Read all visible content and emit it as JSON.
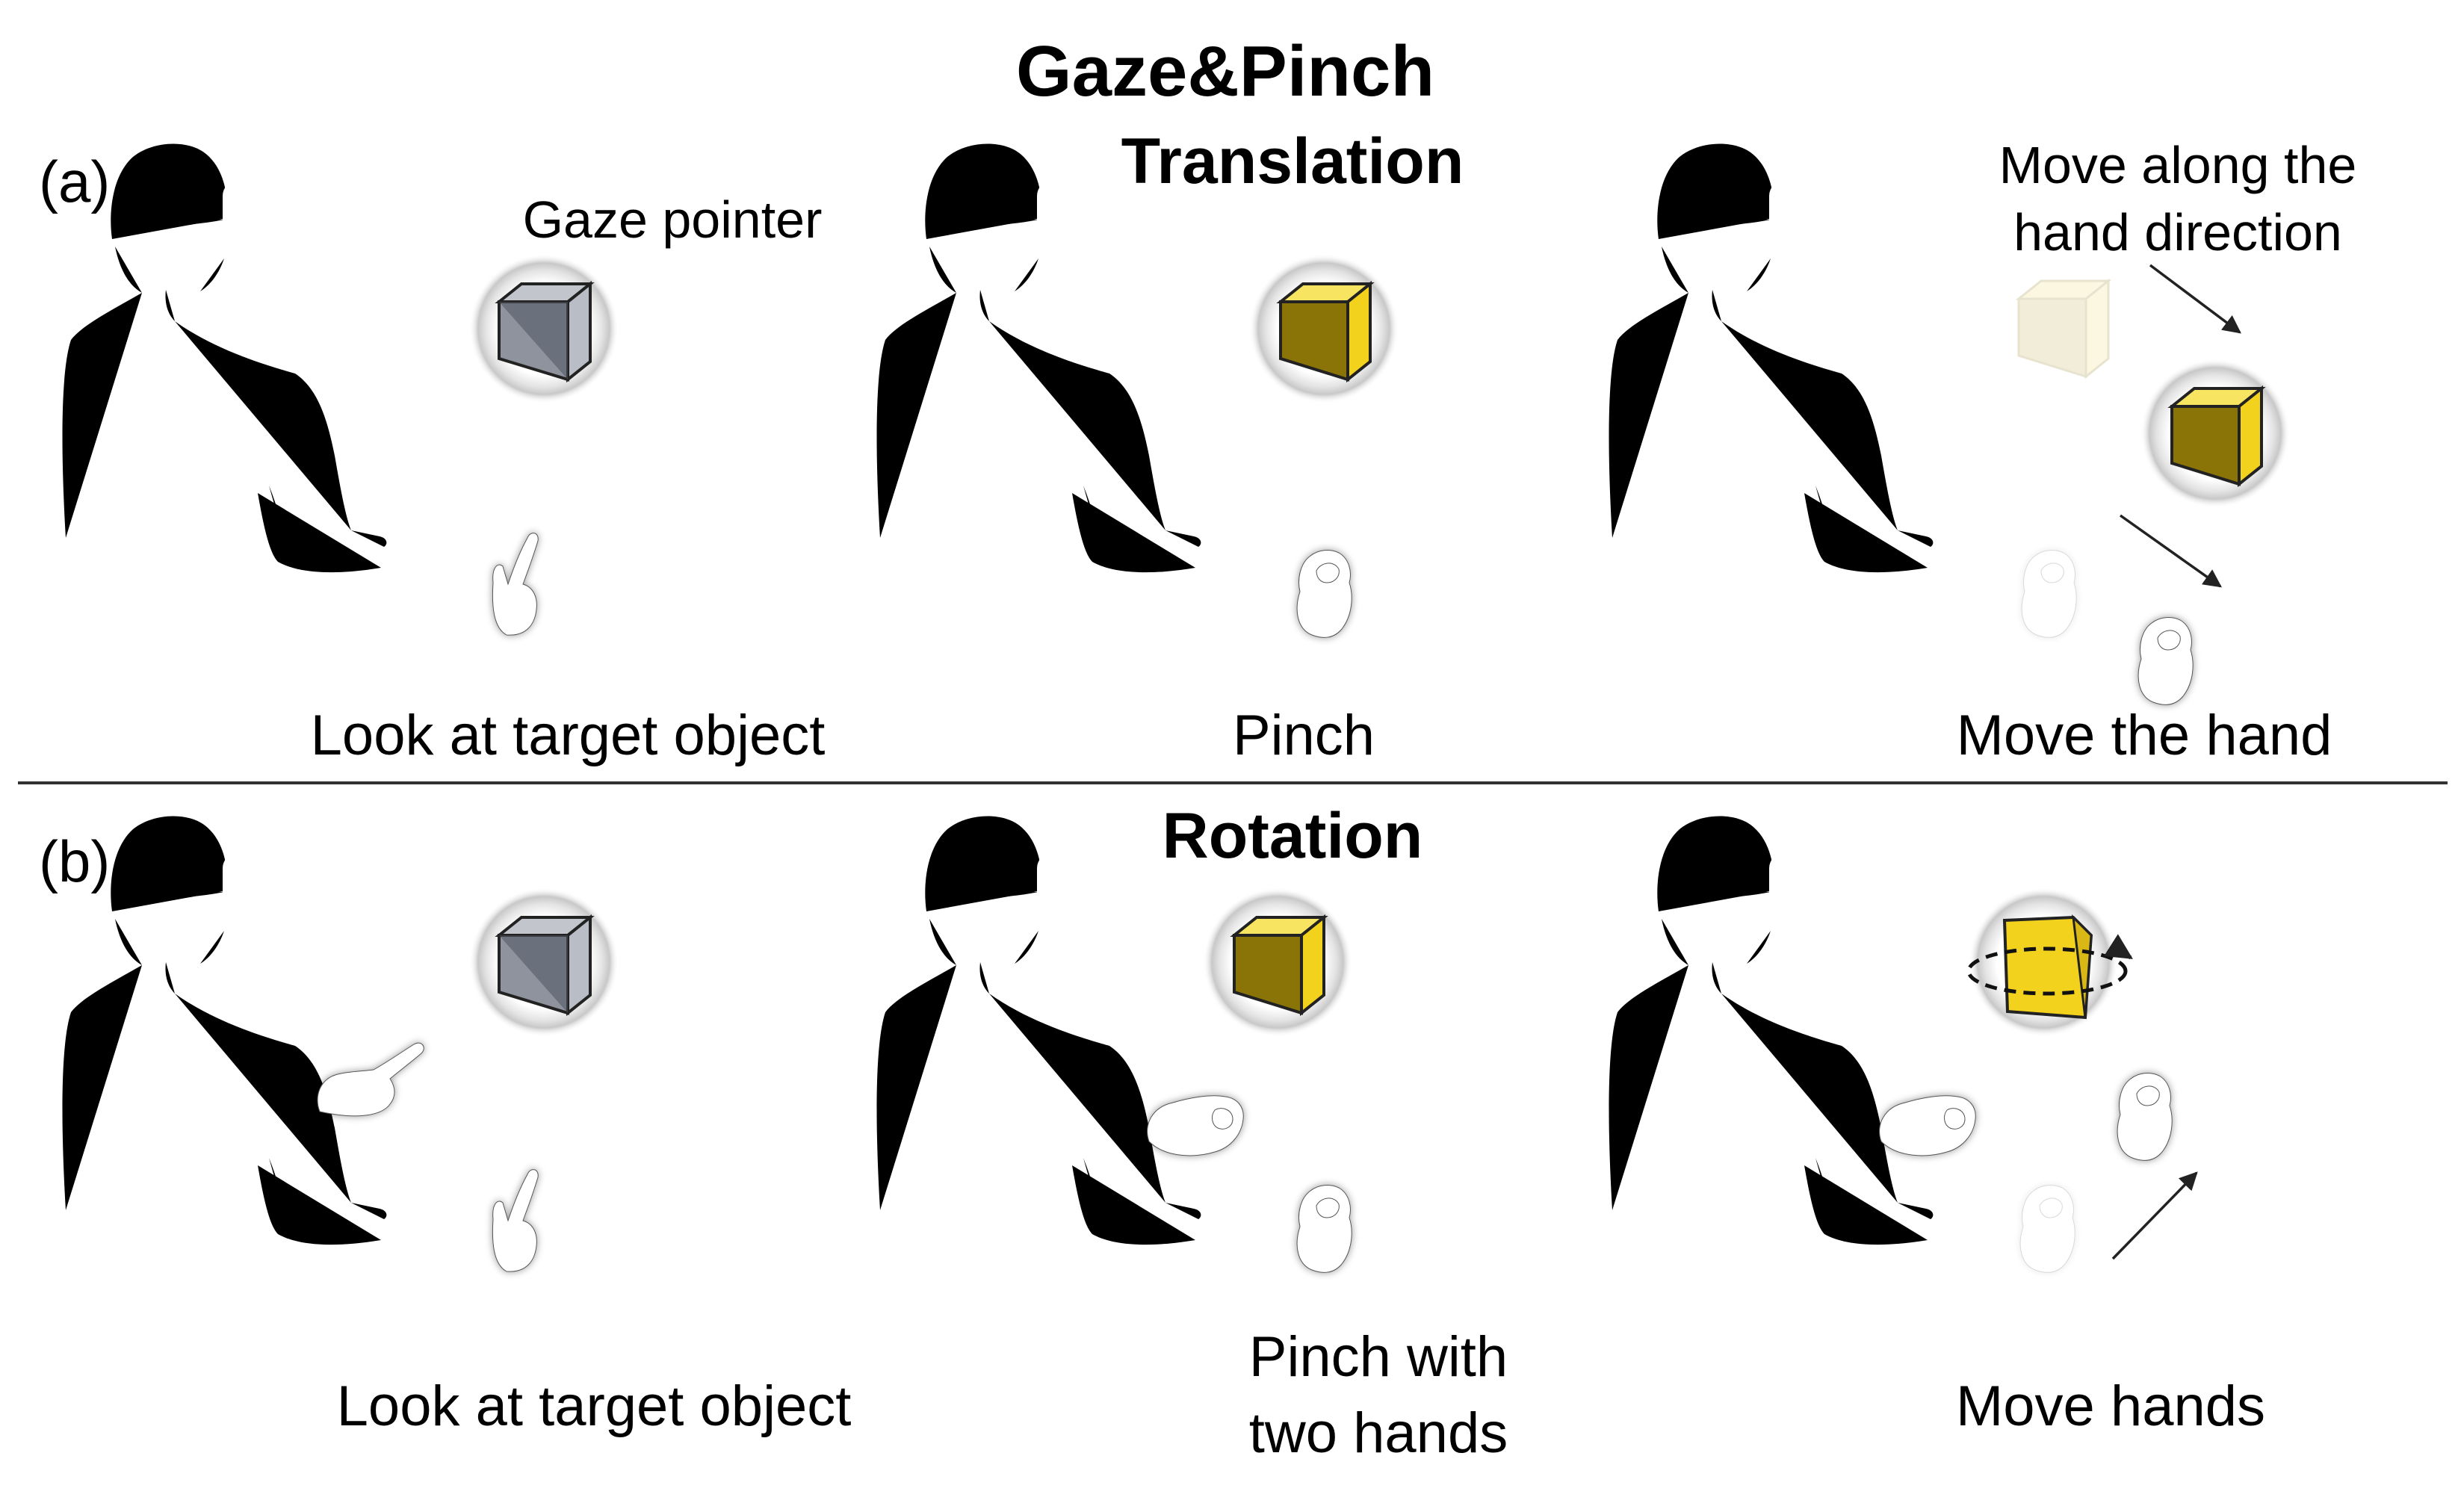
{
  "title": "Gaze&Pinch",
  "panels": {
    "a": {
      "label": "(a)",
      "heading": "Translation",
      "gaze_pointer_label": "Gaze pointer",
      "move_direction_note": [
        "Move along the",
        "hand direction"
      ],
      "steps": [
        {
          "caption": [
            "Look at target object"
          ]
        },
        {
          "caption": [
            "Pinch"
          ]
        },
        {
          "caption": [
            "Move the hand"
          ]
        }
      ]
    },
    "b": {
      "label": "(b)",
      "heading": "Rotation",
      "steps": [
        {
          "caption": [
            "Look at target object"
          ]
        },
        {
          "caption": [
            "Pinch with",
            "two hands"
          ]
        },
        {
          "caption": [
            "Move hands"
          ]
        }
      ]
    }
  },
  "colors": {
    "cube_inactive": "#8e939d",
    "cube_selected": "#f2d21c",
    "outline": "#333333",
    "divider": "#333333",
    "arrow": "#222222"
  },
  "icons": [
    "person-with-headset-icon",
    "cube-icon",
    "pointing-hand-icon",
    "pinch-hand-icon",
    "rotation-arrow-icon",
    "direction-arrow-icon"
  ]
}
